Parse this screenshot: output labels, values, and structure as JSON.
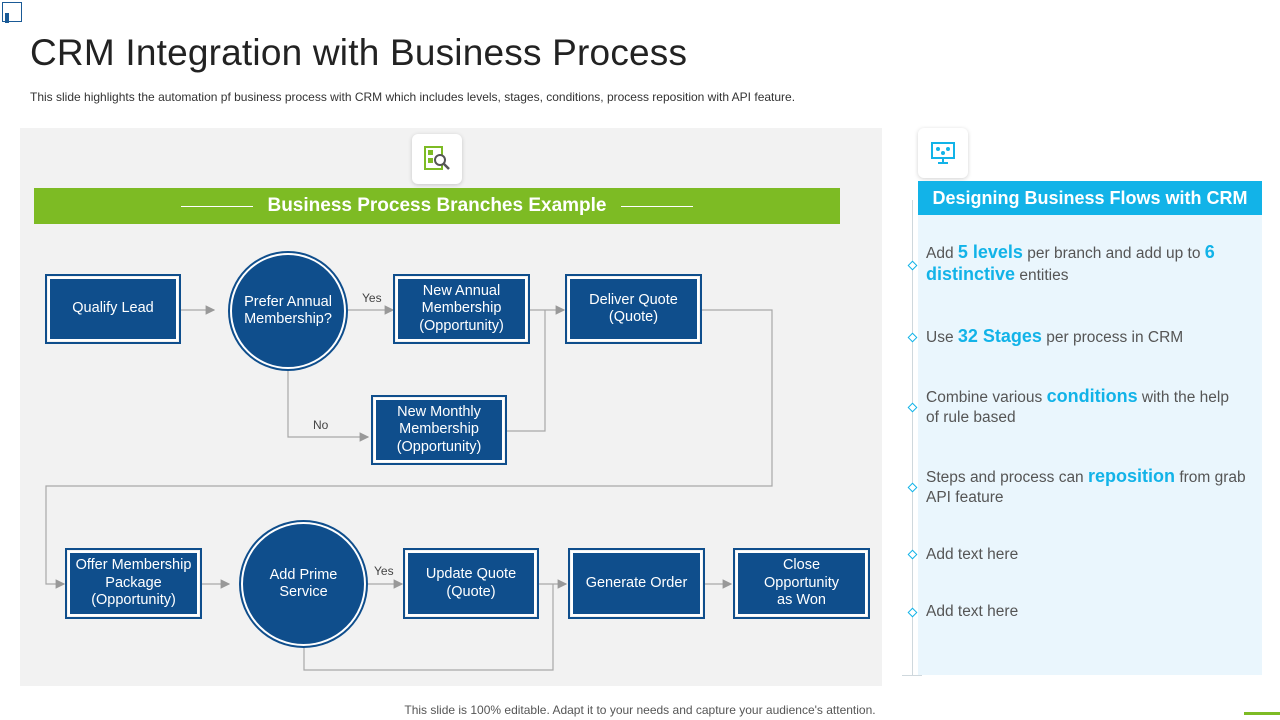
{
  "title": "CRM Integration with Business Process",
  "subtitle": "This slide highlights the automation  pf business process with CRM which includes levels, stages, conditions, process reposition with API feature.",
  "banner": "Business Process Branches Example",
  "flow": {
    "nodes": {
      "qualify_lead": "Qualify Lead",
      "prefer_annual": "Prefer Annual\nMembership?",
      "new_annual": "New Annual\nMembership\n(Opportunity)",
      "deliver_quote": "Deliver Quote\n(Quote)",
      "new_monthly": "New Monthly\nMembership\n(Opportunity)",
      "offer_package": "Offer Membership\nPackage\n(Opportunity)",
      "add_prime": "Add Prime\nService",
      "update_quote": "Update Quote\n(Quote)",
      "generate_order": "Generate Order",
      "close_opportunity": "Close\nOpportunity\nas Won"
    },
    "labels": {
      "yes_1": "Yes",
      "no_1": "No",
      "yes_2": "Yes"
    }
  },
  "right": {
    "header": "Designing Business Flows with CRM",
    "points": [
      {
        "pre": "Add ",
        "hl1": "5 levels",
        "mid": " per branch and add up to ",
        "hl2": "6 distinctive",
        "post": " entities"
      },
      {
        "pre": "Use ",
        "hl1": "32 Stages",
        "post": " per process in CRM"
      },
      {
        "pre": "Combine various ",
        "hl1": "conditions",
        "post": " with the help of rule based"
      },
      {
        "pre": "Steps and process can ",
        "hl1": "reposition",
        "post": " from grab API feature"
      },
      {
        "text": "Add text here"
      },
      {
        "text": "Add text here"
      }
    ]
  },
  "footer": "This slide is 100% editable. Adapt it to your needs and capture your audience's attention.",
  "colors": {
    "node_blue": "#0f4e8c",
    "banner_green": "#7dbb24",
    "accent_cyan": "#12b3e8"
  },
  "icons": {
    "left_panel": "process-analysis-icon",
    "right_panel": "monitor-flow-icon"
  }
}
